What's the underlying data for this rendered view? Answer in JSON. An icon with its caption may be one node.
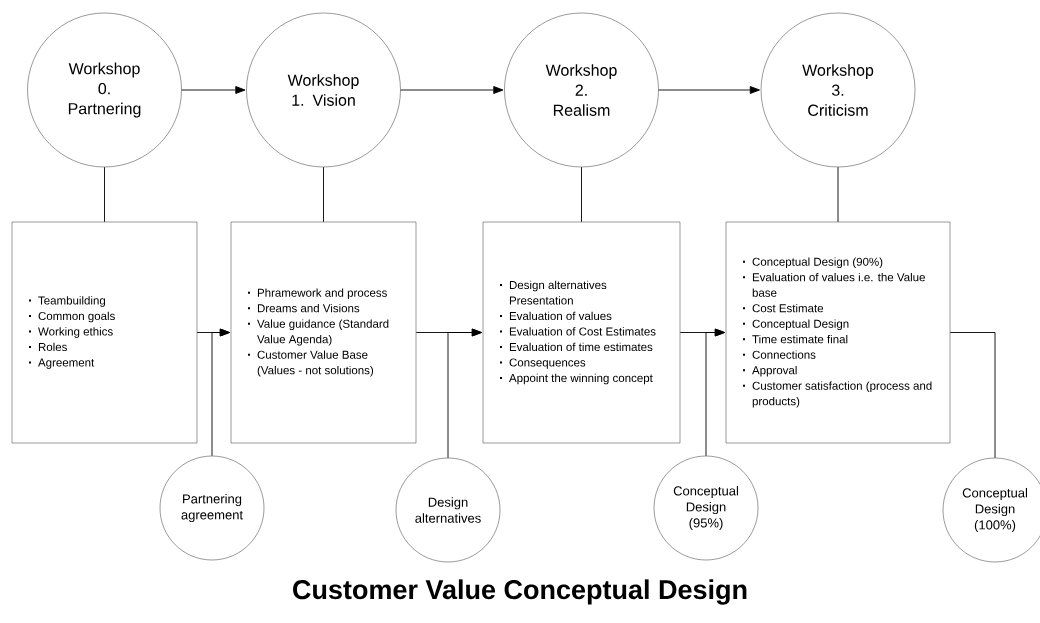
{
  "diagram": {
    "title": "Customer Value Conceptual Design",
    "nodes": [
      {
        "text": [
          "Workshop 0. Partnering"
        ]
      },
      {
        "text": [
          "Workshop 1. Vision"
        ]
      },
      {
        "text": [
          "Workshop 2. Realism"
        ]
      },
      {
        "text": [
          "Workshop 3. Criticism"
        ]
      },
      {
        "text": [
          "Teambuilding",
          "Common goals",
          "Working ethics",
          "Roles",
          "Agreement"
        ]
      },
      {
        "text": [
          "Phramework and process",
          "Dreams and Visions",
          "Value guidance (Standard Value Agenda)",
          "Customer Value Base (Values - not solutions)"
        ]
      },
      {
        "text": [
          "Design alternatives Presentation",
          "Evaluation of values",
          "Evaluation of Cost Estimates",
          "Evaluation of time estimates",
          "Consequences",
          "Appoint the winning concept"
        ]
      },
      {
        "text": [
          "Conceptual Design (90%)",
          "Evaluation of values i.e. the Value base",
          "Cost Estimate",
          "Conceptual Design",
          "Time estimate final",
          "Connections",
          "Approval",
          "Customer satisfaction (process and products)"
        ]
      },
      {
        "text": [
          "Partnering agreement"
        ]
      },
      {
        "text": [
          "Design alternatives"
        ]
      },
      {
        "text": [
          "Conceptual Design (95%)"
        ]
      },
      {
        "text": [
          "Conceptual Design (100%)"
        ]
      }
    ],
    "edges": [
      {
        "from": 0,
        "to": 1,
        "arrow": "to"
      },
      {
        "from": 1,
        "to": 2,
        "arrow": "to"
      },
      {
        "from": 2,
        "to": 3,
        "arrow": "to"
      },
      {
        "from": 0,
        "to": 4,
        "arrow": "none"
      },
      {
        "from": 1,
        "to": 5,
        "arrow": "none"
      },
      {
        "from": 2,
        "to": 6,
        "arrow": "none"
      },
      {
        "from": 3,
        "to": 7,
        "arrow": "none"
      },
      {
        "from": 4,
        "to": 5,
        "arrow": "to"
      },
      {
        "from": 8,
        "to": 5,
        "arrow": "to"
      },
      {
        "from": 5,
        "to": 6,
        "arrow": "to"
      },
      {
        "from": 9,
        "to": 6,
        "arrow": "to"
      },
      {
        "from": 6,
        "to": 7,
        "arrow": "to"
      },
      {
        "from": 10,
        "to": 7,
        "arrow": "to"
      },
      {
        "from": 7,
        "to": 11,
        "arrow": "none"
      }
    ]
  }
}
